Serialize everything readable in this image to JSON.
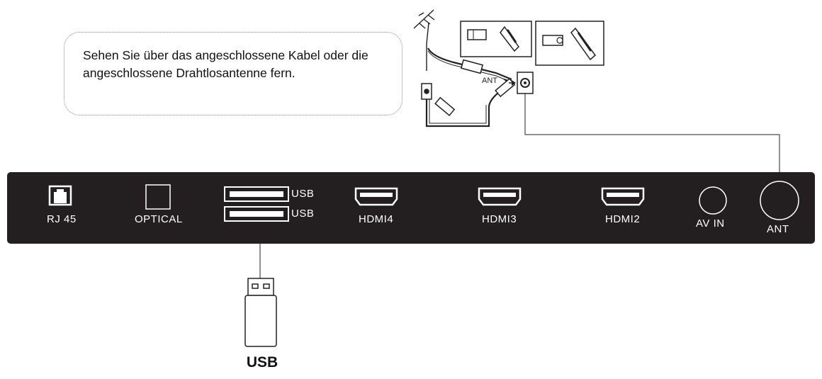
{
  "callout": {
    "text": "Sehen Sie über das angeschlossene Kabel oder die angeschlossene Drahtlosantenne fern."
  },
  "antenna_diagram": {
    "ant_label": "ANT"
  },
  "panel": {
    "ports": {
      "rj45": "RJ 45",
      "optical": "OPTICAL",
      "usb_top": "USB",
      "usb_bottom": "USB",
      "hdmi4": "HDMI4",
      "hdmi3": "HDMI3",
      "hdmi2": "HDMI2",
      "av_in": "AV IN",
      "ant": "ANT"
    }
  },
  "usb_device": {
    "label": "USB"
  },
  "colors": {
    "panel": "#231f20",
    "line": "#6b6b6b",
    "port_outline": "#ffffff"
  }
}
